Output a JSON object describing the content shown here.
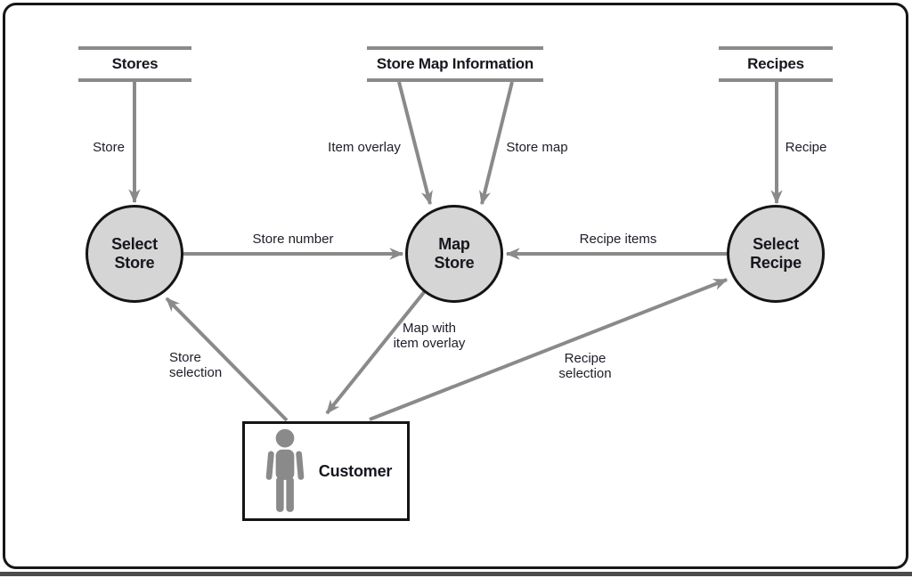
{
  "diagram": {
    "type": "data-flow-diagram",
    "data_stores": {
      "stores": {
        "label": "Stores"
      },
      "store_map_information": {
        "label": "Store Map Information"
      },
      "recipes": {
        "label": "Recipes"
      }
    },
    "processes": {
      "select_store": {
        "label": "Select\nStore"
      },
      "map_store": {
        "label": "Map\nStore"
      },
      "select_recipe": {
        "label": "Select\nRecipe"
      }
    },
    "entities": {
      "customer": {
        "label": "Customer",
        "icon": "person-icon"
      }
    },
    "flows": {
      "store": {
        "label": "Store",
        "from": "Stores",
        "to": "Select Store"
      },
      "item_overlay": {
        "label": "Item overlay",
        "from": "Store Map Information",
        "to": "Map Store"
      },
      "store_map": {
        "label": "Store map",
        "from": "Store Map Information",
        "to": "Map Store"
      },
      "recipe": {
        "label": "Recipe",
        "from": "Recipes",
        "to": "Select Recipe"
      },
      "store_number": {
        "label": "Store number",
        "from": "Select Store",
        "to": "Map Store"
      },
      "recipe_items": {
        "label": "Recipe items",
        "from": "Select Recipe",
        "to": "Map Store"
      },
      "map_with_item_overlay": {
        "label": "Map with\nitem overlay",
        "from": "Map Store",
        "to": "Customer"
      },
      "store_selection": {
        "label": "Store\nselection",
        "from": "Customer",
        "to": "Select Store"
      },
      "recipe_selection": {
        "label": "Recipe\nselection",
        "from": "Customer",
        "to": "Select Recipe"
      }
    },
    "colors": {
      "arrow_gray": "#8a8a8a",
      "shape_fill": "#d5d5d5",
      "shape_border": "#141414",
      "text": "#1d1d27",
      "background": "#ffffff",
      "bottom_bar": "#4c4c4c"
    }
  }
}
